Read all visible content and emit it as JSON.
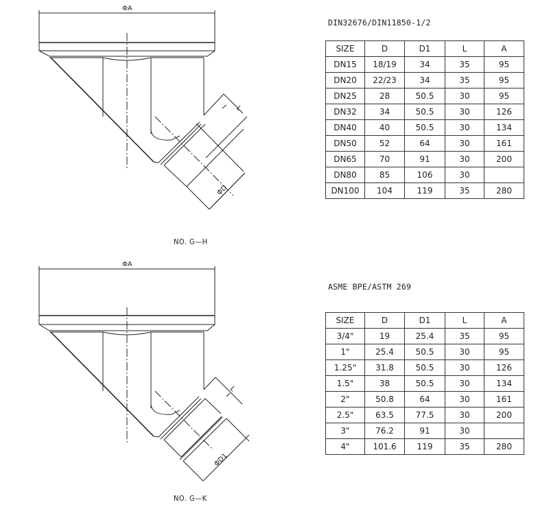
{
  "drawings": [
    {
      "id": "g-h",
      "caption": "NO. G—H",
      "dim_top": "ΦA",
      "dim_side": "L",
      "dim_outlet": "ΦD"
    },
    {
      "id": "g-k",
      "caption": "NO. G—K",
      "dim_top": "ΦA",
      "dim_side": "L",
      "dim_outlet": "ΦD1"
    }
  ],
  "tables": [
    {
      "title": "DIN32676/DIN11850-1/2",
      "headers": [
        "SIZE",
        "D",
        "D1",
        "L",
        "A"
      ],
      "rows": [
        [
          "DN15",
          "18/19",
          "34",
          "35",
          "95"
        ],
        [
          "DN20",
          "22/23",
          "34",
          "35",
          "95"
        ],
        [
          "DN25",
          "28",
          "50.5",
          "30",
          "95"
        ],
        [
          "DN32",
          "34",
          "50.5",
          "30",
          "126"
        ],
        [
          "DN40",
          "40",
          "50.5",
          "30",
          "134"
        ],
        [
          "DN50",
          "52",
          "64",
          "30",
          "161"
        ],
        [
          "DN65",
          "70",
          "91",
          "30",
          "200"
        ],
        [
          "DN80",
          "85",
          "106",
          "30",
          ""
        ],
        [
          "DN100",
          "104",
          "119",
          "35",
          "280"
        ]
      ]
    },
    {
      "title": "ASME BPE/ASTM 269",
      "headers": [
        "SIZE",
        "D",
        "D1",
        "L",
        "A"
      ],
      "rows": [
        [
          "3/4\"",
          "19",
          "25.4",
          "35",
          "95"
        ],
        [
          "1\"",
          "25.4",
          "50.5",
          "30",
          "95"
        ],
        [
          "1.25\"",
          "31.8",
          "50.5",
          "30",
          "126"
        ],
        [
          "1.5\"",
          "38",
          "50.5",
          "30",
          "134"
        ],
        [
          "2\"",
          "50.8",
          "64",
          "30",
          "161"
        ],
        [
          "2.5\"",
          "63.5",
          "77.5",
          "30",
          "200"
        ],
        [
          "3\"",
          "76.2",
          "91",
          "30",
          ""
        ],
        [
          "4\"",
          "101.6",
          "119",
          "35",
          "280"
        ]
      ]
    }
  ]
}
